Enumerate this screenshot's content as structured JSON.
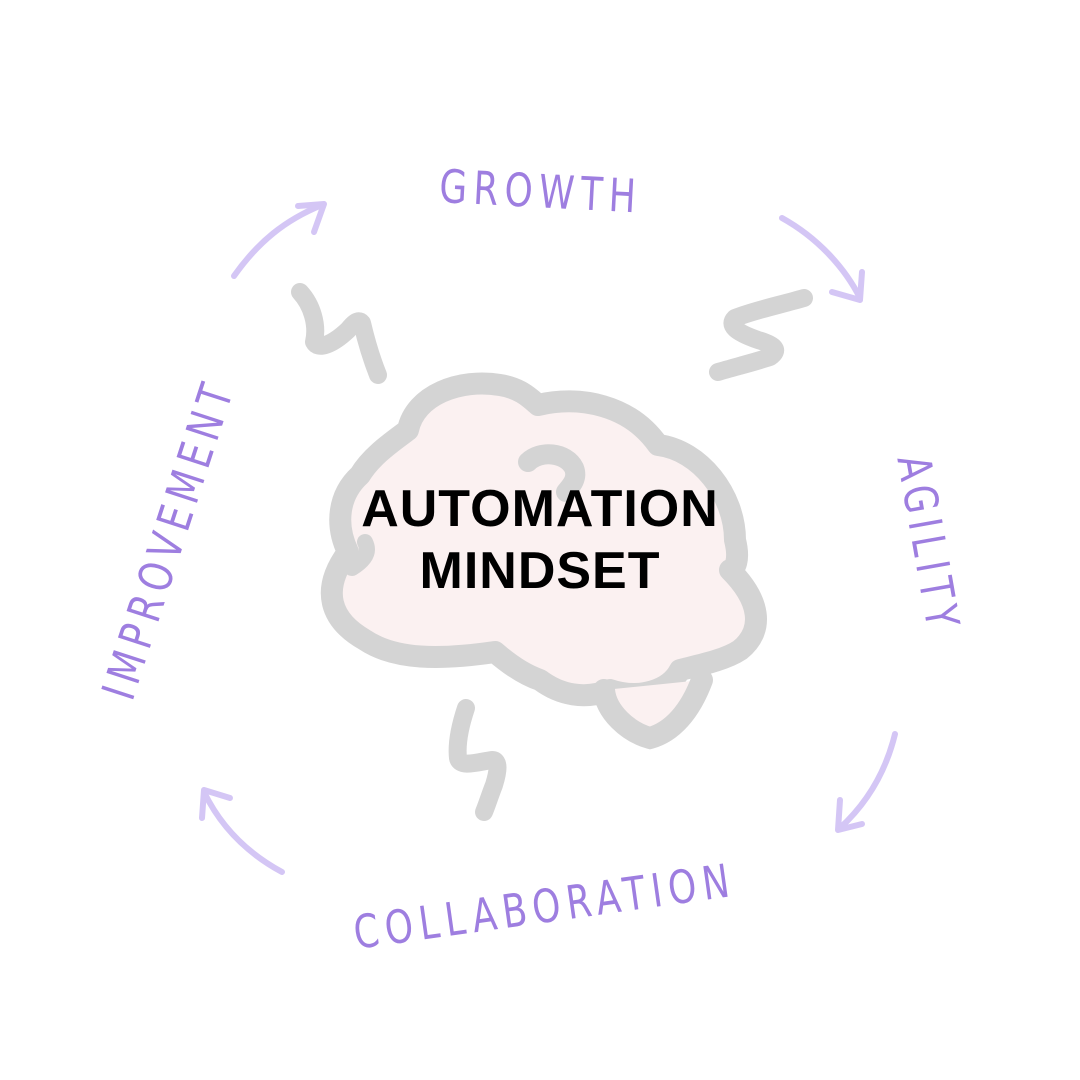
{
  "title": {
    "line1": "AUTOMATION",
    "line2": "MINDSET"
  },
  "cycle": [
    {
      "label": "GROWTH"
    },
    {
      "label": "AGILITY"
    },
    {
      "label": "COLLABORATION"
    },
    {
      "label": "IMPROVEMENT"
    }
  ],
  "colors": {
    "label": "#9e7ee0",
    "arrow": "#d4c6f5",
    "cloud_fill": "#fbf1f1",
    "cloud_stroke": "#d4d4d4",
    "title": "#000000"
  },
  "icons": {
    "center": "brain-cloud-icon",
    "spark": "lightning-squiggle-icon",
    "cycle_arrow": "curved-arrow-icon"
  }
}
